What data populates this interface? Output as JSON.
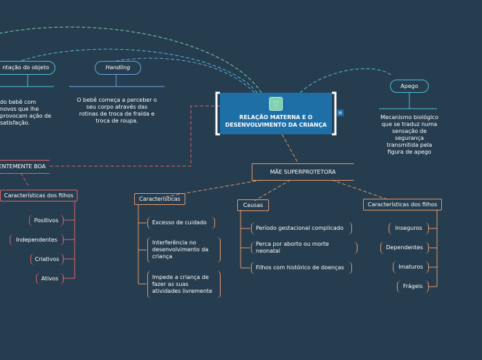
{
  "center": {
    "title": "RELAÇÃO MATERNA E O DESENVOLVIMENTO DA CRIANÇA",
    "icon": "heart-icon",
    "menu_icon": "menu-icon"
  },
  "left_top": {
    "objeto_label": "ntação do objeto",
    "objeto_text": "do bebê com novos que lhe provocam ação de satisfação.",
    "handling_label": "Handling",
    "handling_text": "O bebê começa a perceber o seu corpo através das rotinas de troca de fralda e troca de roupa."
  },
  "apego": {
    "label": "Apego",
    "text": "Mecanismo biológico que se traduz numa sensação de segurança transmitida pela figura de apego"
  },
  "suficiente": {
    "label": "ENTEMENTE BOA",
    "caracteristicas": "Características dos filhos",
    "items": [
      "Positivos",
      "Independentes",
      "Criativos",
      "Ativos"
    ]
  },
  "superprotetora": {
    "label": "MÃE SUPERPROTETORA",
    "caracteristicas": {
      "label": "Características",
      "items": [
        "Excesso de cuidado",
        "Interferência no desenvolvimento da criança",
        "Impede a criança de fazer as suas atividades livremente"
      ]
    },
    "causas": {
      "label": "Causas",
      "items": [
        "Período gestacional complicado",
        "Perca por aborto ou morte neonatal",
        "Filhos com histórico de doenças"
      ]
    },
    "filhos": {
      "label": "Características dos filhos",
      "items": [
        "Inseguros",
        "Dependentes",
        "Imaturos",
        "Frágeis"
      ]
    }
  },
  "colors": {
    "background": "#263d4f",
    "center": "#1e6fa6",
    "orange": "#e89a6a",
    "red": "#e0626b",
    "teal": "#4fc3d9",
    "blue": "#6aa6e6"
  }
}
